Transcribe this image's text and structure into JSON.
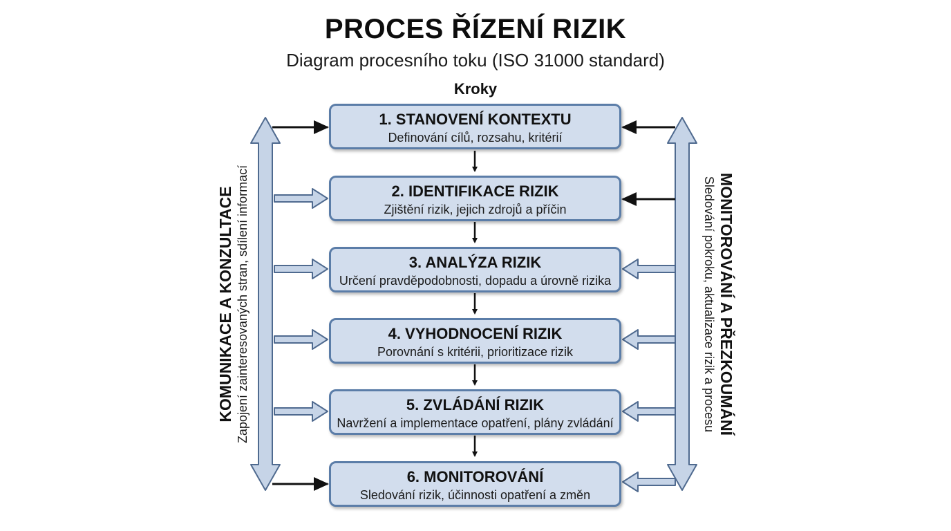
{
  "title": "PROCES ŘÍZENÍ RIZIK",
  "subtitle": "Diagram procesního toku (ISO 31000 standard)",
  "steps_header": "Kroky",
  "steps": [
    {
      "title": "1. STANOVENÍ KONTEXTU",
      "description": "Definování cílů, rozsahu, kritérií"
    },
    {
      "title": "2. IDENTIFIKACE RIZIK",
      "description": "Zjištění rizik, jejich zdrojů a příčin"
    },
    {
      "title": "3. ANALÝZA RIZIK",
      "description": "Určení pravděpodobnosti, dopadu a úrovně rizika"
    },
    {
      "title": "4. VYHODNOCENÍ RIZIK",
      "description": "Porovnání s kritérii, prioritizace rizik"
    },
    {
      "title": "5. ZVLÁDÁNÍ RIZIK",
      "description": "Navržení a implementace opatření, plány zvládání"
    },
    {
      "title": "6. MONITOROVÁNÍ",
      "description": "Sledování rizik, účinnosti opatření a změn"
    }
  ],
  "left_side": {
    "title": "KOMUNIKACE A KONZULTACE",
    "description": "Zapojení zainteresovaných stran, sdílení informací"
  },
  "right_side": {
    "title": "MONITOROVÁNÍ A PŘEZKOUMÁNÍ",
    "description": "Sledování pokroku, aktualizace rizik a procesu"
  },
  "colors": {
    "box_fill": "#d2dded",
    "box_border": "#5b7da8",
    "side_arrow_fill": "#c6d4e7",
    "side_arrow_border": "#4f6a8f",
    "connector": "#111111"
  }
}
